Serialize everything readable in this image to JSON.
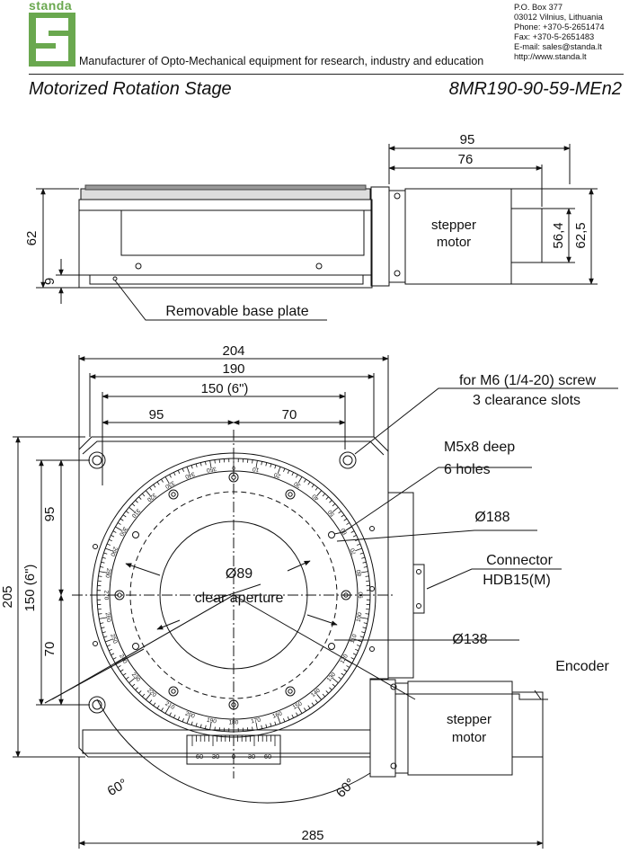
{
  "header": {
    "brand": "standa",
    "tagline": "Manufacturer of Opto-Mechanical equipment for research, industry and education",
    "contact": [
      "P.O. Box 377",
      "03012 Vilnius, Lithuania",
      "Phone: +370-5-2651474",
      "Fax: +370-5-2651483",
      "E-mail: sales@standa.lt",
      "http://www.standa.lt"
    ],
    "title": "Motorized Rotation Stage",
    "model": "8MR190-90-59-MEn2"
  },
  "side_view": {
    "dims": {
      "d95": "95",
      "d76": "76",
      "d62": "62",
      "d9": "9",
      "d564": "56,4",
      "d625": "62,5"
    },
    "motor_label_1": "stepper",
    "motor_label_2": "motor",
    "base_plate": "Removable base plate"
  },
  "top_view": {
    "dims": {
      "d204": "204",
      "d190": "190",
      "d150": "150 (6\")",
      "d95h": "95",
      "d70h": "70",
      "d205": "205",
      "d150v": "150 (6\")",
      "d95v": "95",
      "d70v": "70",
      "d285": "285",
      "a60l": "60°",
      "a60r": "60°"
    },
    "callouts": {
      "screw_1": "for M6 (1/4-20) screw",
      "screw_2": "3 clearance slots",
      "holes_1": "M5x8 deep",
      "holes_2": "6 holes",
      "d188": "Ø188",
      "conn_1": "Connector",
      "conn_2": "HDB15(M)",
      "d138": "Ø138",
      "encoder": "Encoder",
      "d89": "Ø89",
      "aperture": "clear aperture"
    },
    "motor_label_1": "stepper",
    "motor_label_2": "motor",
    "scale_labels": [
      "0",
      "10",
      "20",
      "30",
      "40",
      "50",
      "60",
      "70",
      "80",
      "90",
      "100",
      "110",
      "120",
      "130",
      "140",
      "150",
      "160",
      "170",
      "180",
      "190",
      "200",
      "210",
      "220",
      "230",
      "240",
      "250",
      "260",
      "270",
      "280",
      "290",
      "300",
      "310",
      "320",
      "330",
      "340",
      "350"
    ],
    "vernier_labels": [
      "60",
      "30",
      "0",
      "30",
      "60"
    ]
  }
}
